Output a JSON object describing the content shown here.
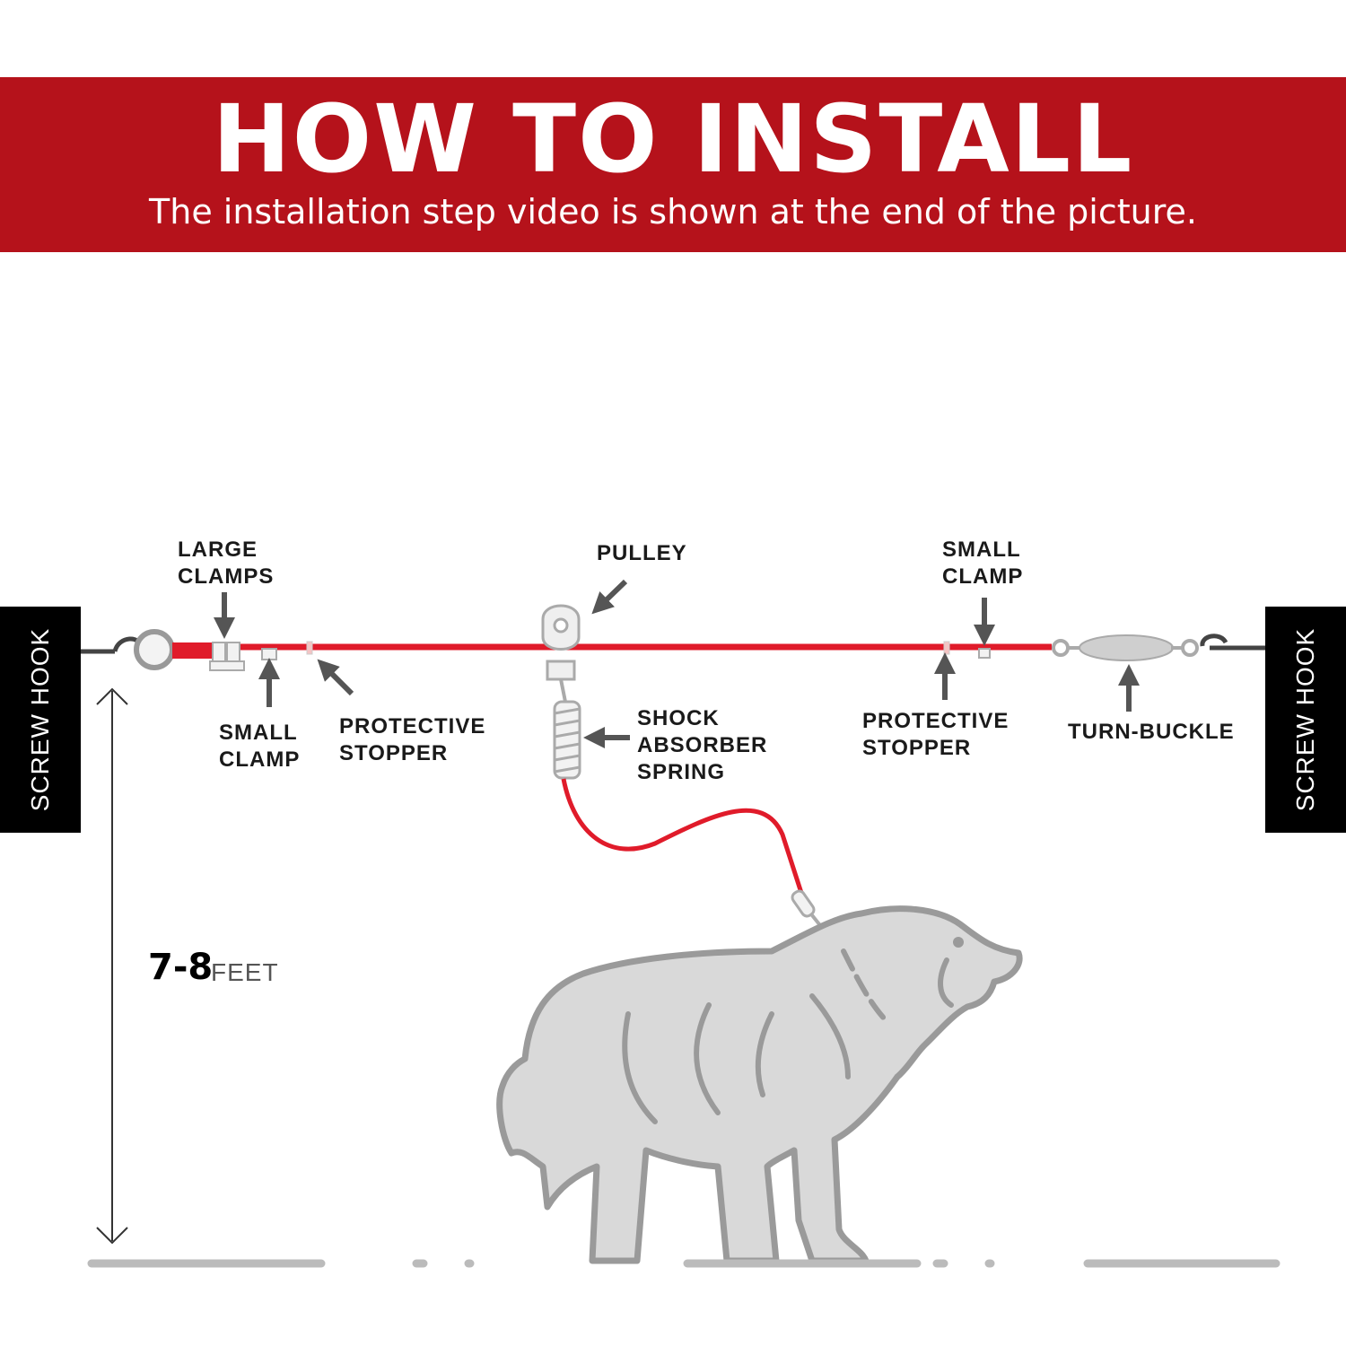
{
  "header": {
    "title": "HOW TO INSTALL",
    "subtitle": "The installation step video is shown at the end of the picture."
  },
  "hooks": {
    "left_label": "SCREW HOOK",
    "right_label": "SCREW HOOK"
  },
  "parts": {
    "large_clamps": "LARGE\nCLAMPS",
    "small_clamp_left": "SMALL\nCLAMP",
    "protective_stopper_left": "PROTECTIVE\nSTOPPER",
    "pulley": "PULLEY",
    "shock_absorber_spring": "SHOCK\nABSORBER\nSPRING",
    "small_clamp_right": "SMALL\nCLAMP",
    "protective_stopper_right": "PROTECTIVE\nSTOPPER",
    "turn_buckle": "TURN-BUCKLE"
  },
  "height": {
    "value": "7-8",
    "unit": "FEET"
  },
  "colors": {
    "banner": "#b5121b",
    "cable": "#e01b2a",
    "dog": "#d9d9d9",
    "outline": "#9a9a9a",
    "arrow": "#555555"
  }
}
